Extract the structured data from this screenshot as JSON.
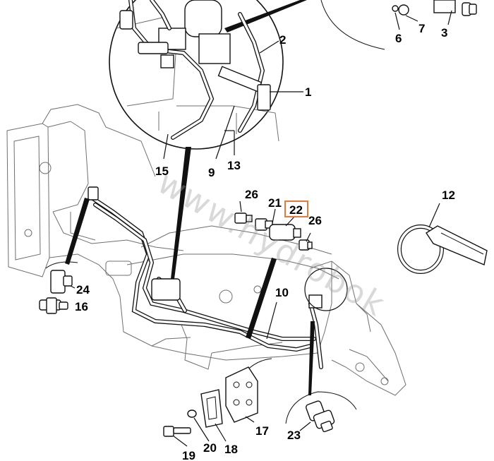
{
  "watermark": "www.hydrobok",
  "highlight_color": "#e8793a",
  "callouts": [
    {
      "id": "1",
      "label": "1"
    },
    {
      "id": "2",
      "label": "2"
    },
    {
      "id": "3",
      "label": "3"
    },
    {
      "id": "6",
      "label": "6"
    },
    {
      "id": "7",
      "label": "7"
    },
    {
      "id": "9",
      "label": "9"
    },
    {
      "id": "10",
      "label": "10"
    },
    {
      "id": "12",
      "label": "12"
    },
    {
      "id": "13",
      "label": "13"
    },
    {
      "id": "15",
      "label": "15"
    },
    {
      "id": "16",
      "label": "16"
    },
    {
      "id": "17",
      "label": "17"
    },
    {
      "id": "18",
      "label": "18"
    },
    {
      "id": "19",
      "label": "19"
    },
    {
      "id": "20",
      "label": "20"
    },
    {
      "id": "21",
      "label": "21"
    },
    {
      "id": "22",
      "label": "22",
      "highlighted": true
    },
    {
      "id": "23",
      "label": "23"
    },
    {
      "id": "24",
      "label": "24"
    },
    {
      "id": "26a",
      "label": "26"
    },
    {
      "id": "26b",
      "label": "26"
    }
  ]
}
